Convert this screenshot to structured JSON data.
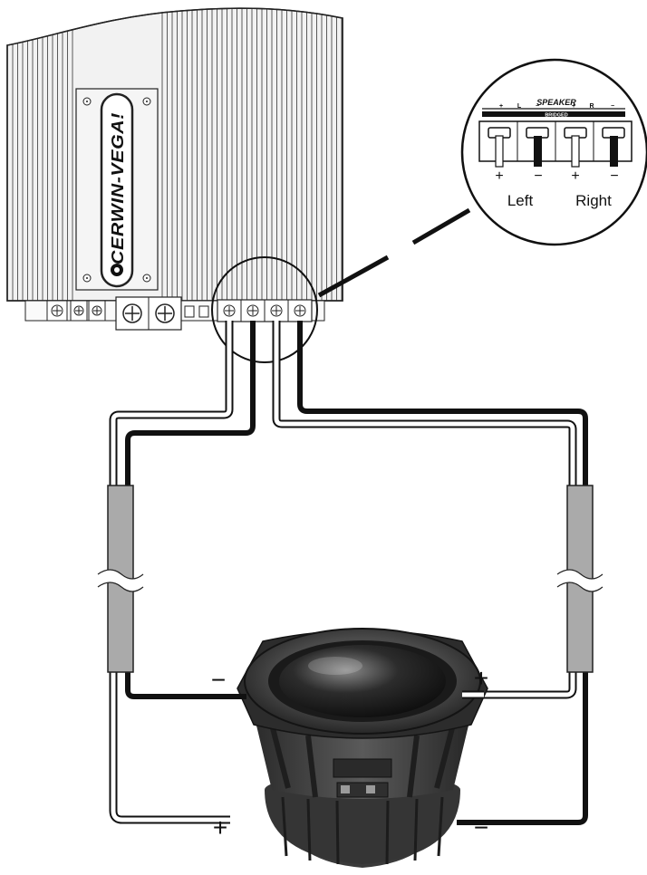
{
  "amplifier": {
    "brand": "CERWIN-VEGA!",
    "body_color": "#f2f2f2",
    "outline_color": "#222222"
  },
  "inset": {
    "header": "SPEAKER",
    "subheader": "BRIDGED",
    "terminal_signs": [
      "+",
      "−",
      "+",
      "−"
    ],
    "top_markers": [
      "+",
      "L",
      "−",
      "+",
      "R",
      "−"
    ],
    "left_label": "Left",
    "right_label": "Right"
  },
  "wiring": {
    "positive_wire_color": "#ffffff",
    "negative_wire_color": "#111111",
    "insulation_color": "#aaaaaa",
    "subwoofer_top_left_sign": "−",
    "subwoofer_top_right_sign": "+",
    "bottom_left_sign": "+",
    "bottom_right_sign": "−"
  },
  "subwoofer": {
    "body_color": "#3a3a3a"
  }
}
